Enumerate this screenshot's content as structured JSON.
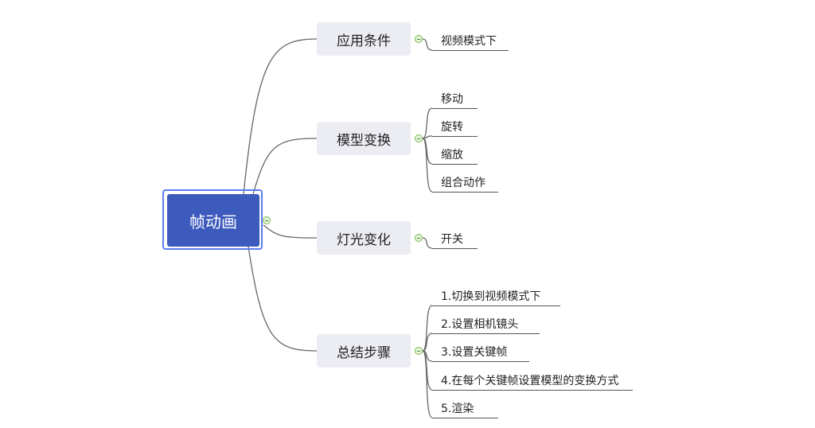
{
  "root": {
    "label": "帧动画"
  },
  "branches": [
    {
      "label": "应用条件",
      "children": [
        "视频模式下"
      ]
    },
    {
      "label": "模型变换",
      "children": [
        "移动",
        "旋转",
        "缩放",
        "组合动作"
      ]
    },
    {
      "label": "灯光变化",
      "children": [
        "开关"
      ]
    },
    {
      "label": "总结步骤",
      "children": [
        "1.切换到视频模式下",
        "2.设置相机镜头",
        "3.设置关键帧",
        "4.在每个关键帧设置模型的变换方式",
        "5.渲染"
      ]
    }
  ],
  "colors": {
    "root_fill": "#3d5bbd",
    "root_border": "#5b7cf0",
    "branch_fill": "#ececf3",
    "line": "#666666",
    "collapse_icon": "#76b84a"
  }
}
